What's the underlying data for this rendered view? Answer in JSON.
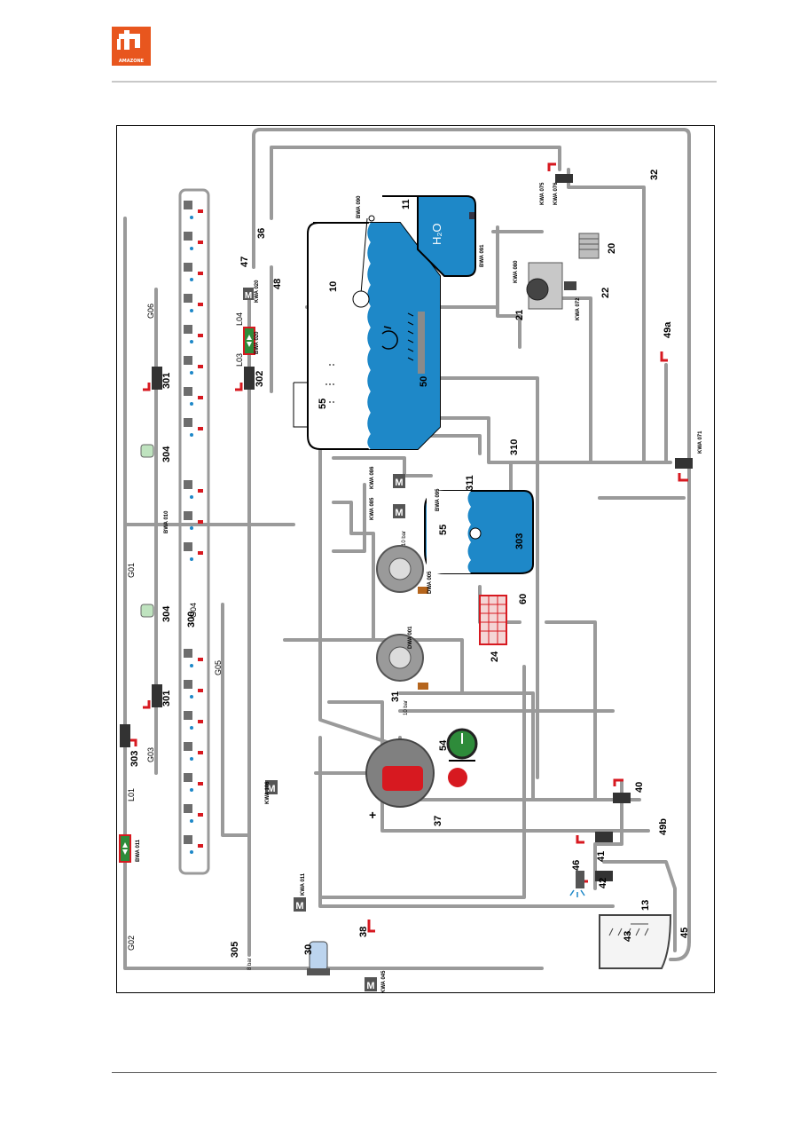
{
  "header": {
    "logo_name": "amazone-logo",
    "logo_text": "AMAZONE"
  },
  "diagram": {
    "colors": {
      "pipe": "#9a9a9a",
      "water": "#1e88c8",
      "valve_red": "#d71920",
      "frame": "#000000",
      "ok_green": "#2e8b3a"
    },
    "labels": {
      "n10": "10",
      "n11": "11",
      "n13": "13",
      "n20": "20",
      "n21": "21",
      "n22": "22",
      "n24": "24",
      "n30": "30",
      "n31": "31",
      "n32": "32",
      "n36": "36",
      "n37": "37",
      "n38": "38",
      "n40": "40",
      "n41": "41",
      "n42": "42",
      "n43": "43",
      "n45": "45",
      "n46": "46",
      "n47": "47",
      "n48": "48",
      "n49a": "49a",
      "n49b": "49b",
      "n50": "50",
      "n54": "54",
      "n55a": "55",
      "n55b": "55",
      "n60": "60",
      "n300": "300",
      "n301a": "301",
      "n301b": "301",
      "n302": "302",
      "n303a": "303",
      "n303b": "303",
      "n304a": "304",
      "n304b": "304",
      "n305": "305",
      "n310": "310",
      "n311": "311",
      "g01": "G01",
      "g02": "G02",
      "g03": "G03",
      "g04": "G04",
      "g05": "G05",
      "g06": "G06",
      "l01": "L01",
      "l03": "L03",
      "l04": "L04",
      "h2o": "H₂O"
    },
    "sensor_tags": {
      "bwa090": "BWA 090",
      "bwa091": "BWA 091",
      "bwa020": "BWA 020",
      "bwa011": "BWA 011",
      "bwa010": "BWA 010",
      "bwa095": "BWA 095",
      "kwa020": "KWA 020",
      "kwa080": "KWA 080",
      "kwa072": "KWA 072",
      "kwa075": "KWA 075",
      "kwa076": "KWA 076",
      "kwa071": "KWA 071",
      "kwa086": "KWA 086",
      "kwa085": "KWA 085",
      "kwa106": "KWA 106",
      "kwa011": "KWA 011",
      "kwa045": "KWA 045",
      "dwa005": "DWA 005",
      "dwa001": "DWA 001"
    },
    "pressure": {
      "p1": "10 bar",
      "p2": "10 bar",
      "p3": "8 bar"
    },
    "motor_letter": "M",
    "plus": "+"
  }
}
